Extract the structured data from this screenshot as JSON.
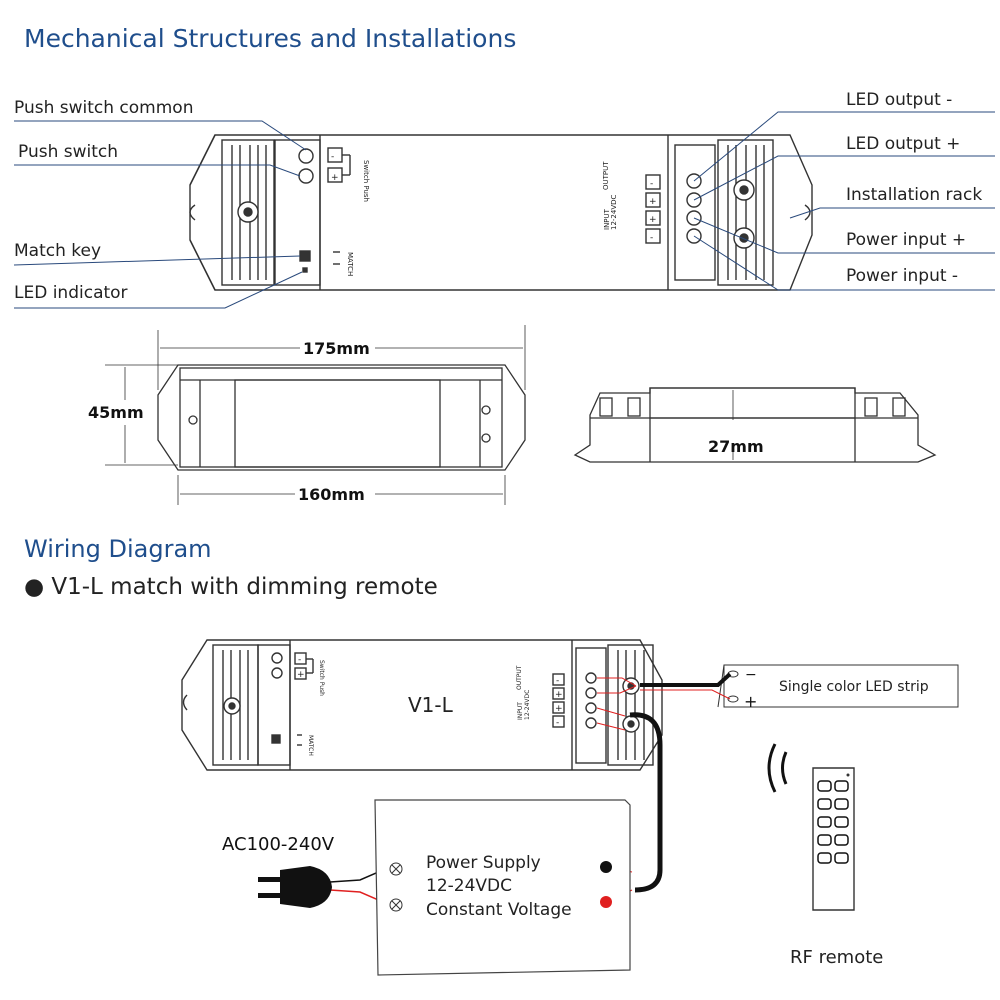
{
  "sections": {
    "mechanical_title": "Mechanical Structures and Installations",
    "wiring_title": "Wiring Diagram",
    "wiring_bullet": "V1-L match with dimming remote"
  },
  "callouts_left": {
    "push_switch_common": "Push switch common",
    "push_switch": "Push switch",
    "match_key": "Match key",
    "led_indicator": "LED indicator"
  },
  "callouts_right": {
    "led_output_minus": "LED output -",
    "led_output_plus": "LED output +",
    "installation_rack": "Installation rack",
    "power_input_plus": "Power input +",
    "power_input_minus": "Power input -"
  },
  "device_labels": {
    "switch_push": "Switch Push",
    "match": "MATCH",
    "output": "OUTPUT",
    "input": "INPUT",
    "input_voltage": "12-24VDC",
    "minus": "-",
    "plus": "+"
  },
  "dimensions": {
    "overall_length": "175mm",
    "body_length": "160mm",
    "width": "45mm",
    "height": "27mm"
  },
  "wiring": {
    "model": "V1-L",
    "led_strip": "Single color LED strip",
    "led_strip_minus": "−",
    "led_strip_plus": "+",
    "ac_input": "AC100-240V",
    "psu_line1": "Power Supply",
    "psu_line2": "12-24VDC",
    "psu_line3": "Constant Voltage",
    "remote": "RF remote"
  },
  "colors": {
    "title": "#1f4e8c",
    "callout_line": "#2a4a7c",
    "wire_red": "#e02020",
    "wire_black": "#111111"
  }
}
